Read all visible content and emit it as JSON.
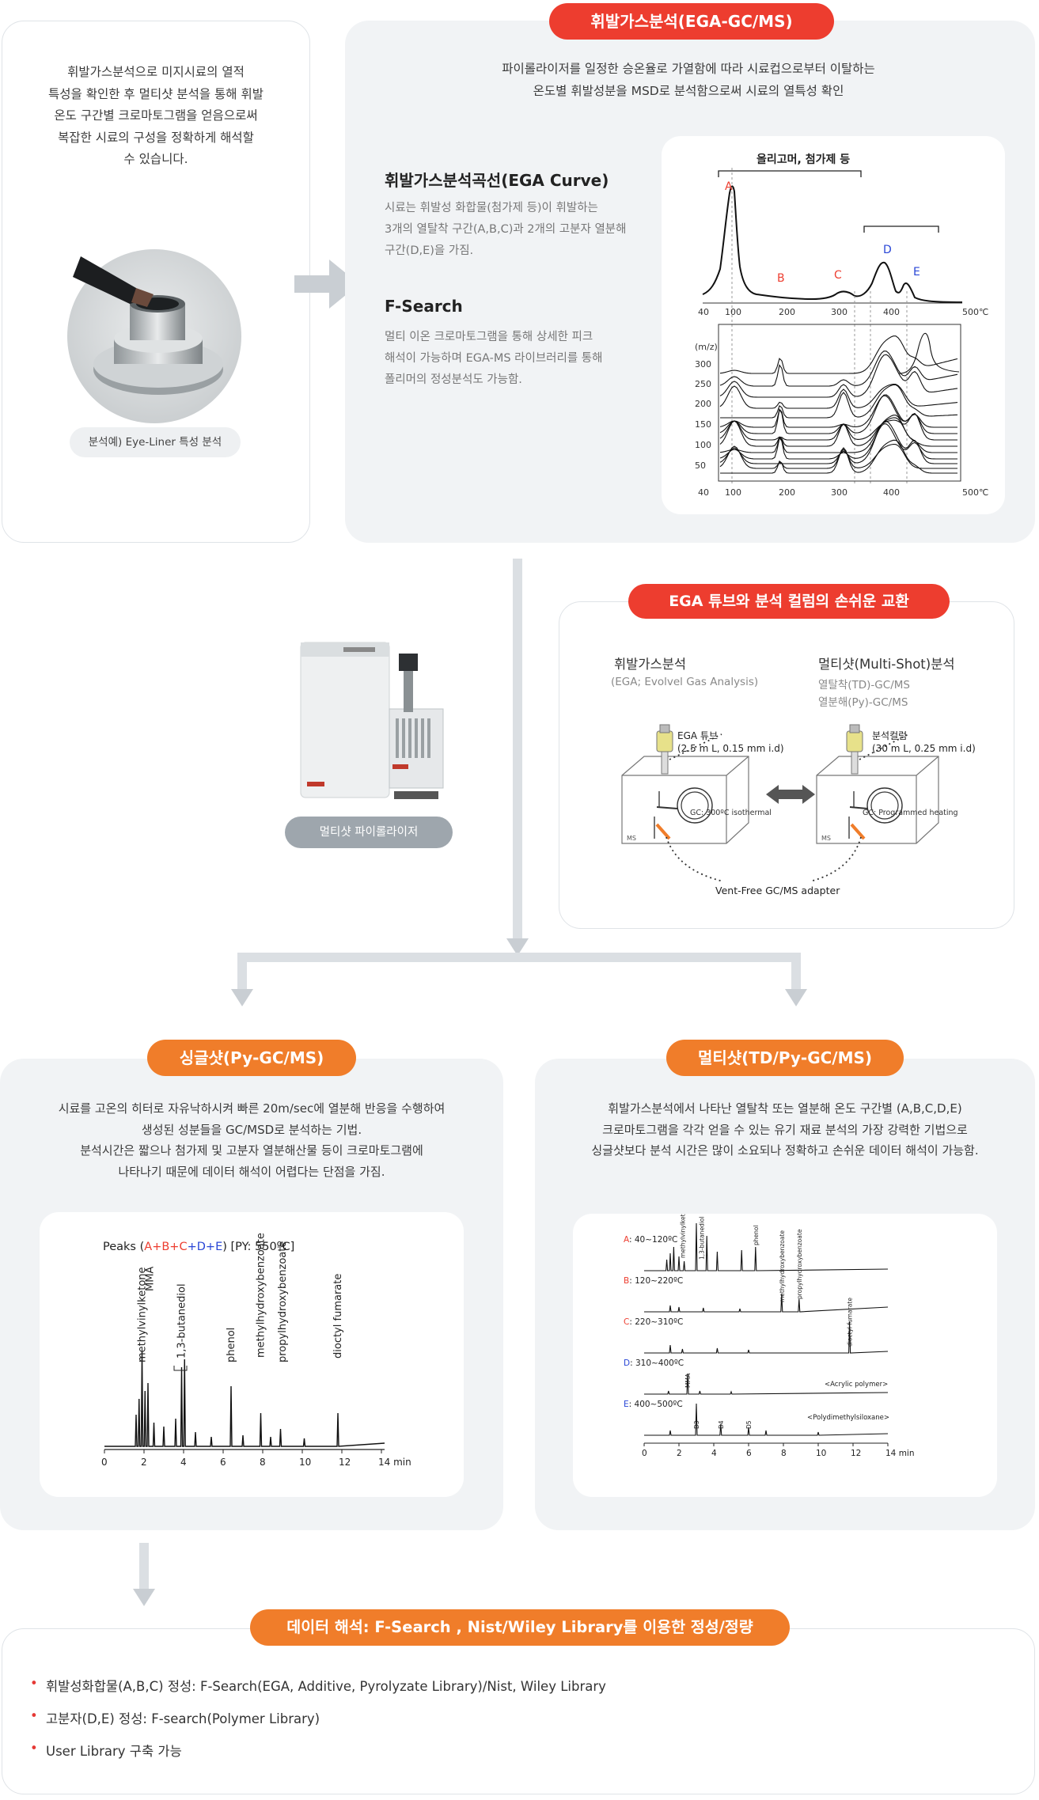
{
  "left_card": {
    "text_lines": [
      "휘발가스분석으로 미지시료의 열적",
      "특성을 확인한 후 멀티샷 분석을 통해 휘발",
      "온도 구간별 크로마토그램을 얻음으로써",
      "복잡한  시료의 구성을 정확하게 해석할",
      "수 있습니다."
    ],
    "caption": "분석예) Eye-Liner 특성 분석"
  },
  "ega": {
    "pill": "휘발가스분석(EGA-GC/MS)",
    "intro_lines": [
      "파이롤라이저를 일정한 승온율로 가열함에 따라 시료컵으로부터 이탈하는",
      "온도별 휘발성분을 MSD로 분석함으로써 시료의 열특성 확인"
    ],
    "curve_title": "휘발가스분석곡선(EGA Curve)",
    "curve_desc": [
      "시료는 휘발성 화합물(첨가제 등)이 휘발하는",
      "3개의 열탈착 구간(A,B,C)과 2개의 고분자 열분해",
      "구간(D,E)을 가짐."
    ],
    "fsearch_title": "F-Search",
    "fsearch_desc": [
      "멀티 이온 크로마토그램을 통해 상세한 피크",
      "해석이 가능하며 EGA-MS 라이브러리를 통해",
      "폴리머의 정성분석도 가능함."
    ],
    "chart_header": "올리고머, 첨가제 등",
    "peak_labels": [
      "A",
      "B",
      "C",
      "D",
      "E"
    ],
    "x_ticks": [
      "40",
      "100",
      "200",
      "300",
      "400",
      "500℃"
    ],
    "mz_label": "(m/z)",
    "mz_ticks": [
      "300",
      "250",
      "200",
      "150",
      "100",
      "50"
    ]
  },
  "pyrolyzer": {
    "caption": "멀티샷 파이롤라이저"
  },
  "exchange": {
    "pill": "EGA 튜브와 분석 컬럼의 손쉬운 교환",
    "left_title": "휘발가스분석",
    "left_sub": "(EGA; Evolvel Gas Analysis)",
    "right_title": "멀티샷(Multi-Shot)분석",
    "right_sub1": "열탈착(TD)-GC/MS",
    "right_sub2": "열분해(Py)-GC/MS",
    "tube_label1": "EGA 튜브",
    "tube_label2": "(2.5 m L, 0.15 mm i.d)",
    "col_label1": "분석컬럼",
    "col_label2": "(30 m L, 0.25 mm i.d)",
    "gc_left": "GC: 300ºC isothermal",
    "gc_right": "GC: Programmed heating",
    "ms": "MS",
    "adapter": "Vent-Free GC/MS adapter"
  },
  "single": {
    "pill": "싱글샷(Py-GC/MS)",
    "desc": [
      "시료를 고온의 히터로 자유낙하시켜 빠른 20m/sec에 열분해 반응을 수행하여",
      "생성된 성분들을 GC/MSD로 분석하는 기법.",
      "분석시간은 짧으나 첨가제 및 고분자 열분해산물 등이 크로마토그램에",
      "나타나기 때문에 데이터 해석이 어렵다는 단점을 가짐."
    ],
    "peaks_prefix": "Peaks (",
    "peaks_letters": [
      "A",
      "+",
      "B",
      "+",
      "C",
      "+",
      "D",
      "+",
      "E"
    ],
    "peaks_suffix": ") [PY: 550ºC]",
    "compounds": [
      "methylvinylketone",
      "MMA",
      "1,3-butanediol",
      "phenol",
      "methylhydroxybenzoate",
      "propylhydroxybenzoate",
      "dioctyl fumarate"
    ],
    "x_ticks": [
      "0",
      "2",
      "4",
      "6",
      "8",
      "10",
      "12",
      "14 min"
    ]
  },
  "multi": {
    "pill": "멀티샷(TD/Py-GC/MS)",
    "desc": [
      "휘발가스분석에서 나타난 열탈착 또는 열분해 온도 구간별 (A,B,C,D,E)",
      "크로마토그램을 각각 얻을 수 있는 유기 재료 분석의 가장 강력한 기법으로",
      "싱글샷보다 분석 시간은 많이 소요되나 정확하고 손쉬운 데이터 해석이 가능함."
    ],
    "rows": [
      {
        "letter": "A",
        "range": ": 40~120ºC"
      },
      {
        "letter": "B",
        "range": ": 120~220ºC"
      },
      {
        "letter": "C",
        "range": ": 220~310ºC"
      },
      {
        "letter": "D",
        "range": ": 310~400ºC"
      },
      {
        "letter": "E",
        "range": ": 400~500ºC"
      }
    ],
    "compounds": [
      "methylvinylketone",
      "1,3-butanediol",
      "phenol",
      "methylhydroxybenzoate",
      "propylhydroxybenzoate",
      "dioctyl fumarate",
      "MMA",
      "D3",
      "D4",
      "D5"
    ],
    "acrylic": "<Acrylic polymer>",
    "pdms": "<Polydimethylsiloxane>",
    "x_ticks": [
      "0",
      "2",
      "4",
      "6",
      "8",
      "10",
      "12",
      "14 min"
    ]
  },
  "data": {
    "pill": "데이터 해석: F-Search , Nist/Wiley Library를 이용한 정성/정량",
    "bullet_mark": "•",
    "bullets": [
      "휘발성화합물(A,B,C) 정성: F-Search(EGA, Additive, Pyrolyzate Library)/Nist, Wiley Library",
      "고분자(D,E) 정성: F-search(Polymer Library)",
      "User Library 구축 가능"
    ]
  },
  "colors": {
    "red": "#ed3d2f",
    "orange": "#f07d2a",
    "blue": "#2946d6",
    "gray_bg": "#f1f3f5",
    "arrow": "#c9ced3"
  }
}
